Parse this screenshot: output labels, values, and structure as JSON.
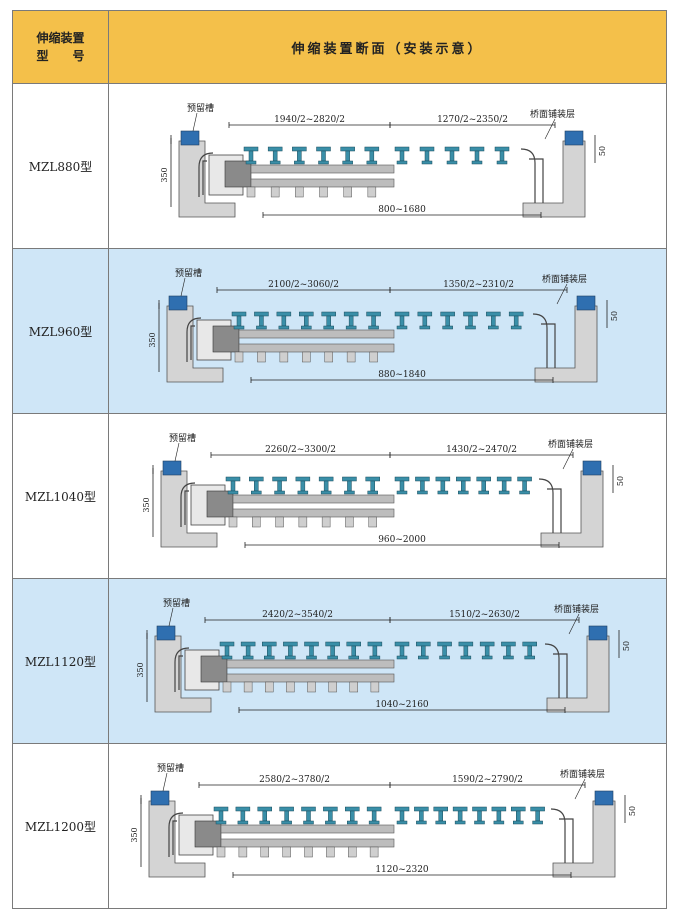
{
  "header": {
    "col1_line1": "伸缩装置",
    "col1_line2": "型　　号",
    "col2": "伸缩装置断面（安装示意）"
  },
  "labels": {
    "groove": "预留槽",
    "pavement": "桥面铺装层",
    "height_left": "350",
    "height_right": "50"
  },
  "rows": [
    {
      "model": "MZL880型",
      "dim_left": "1940/2~2820/2",
      "dim_right": "1270/2~2350/2",
      "dim_bottom": "800~1680",
      "alt": false
    },
    {
      "model": "MZL960型",
      "dim_left": "2100/2~3060/2",
      "dim_right": "1350/2~2310/2",
      "dim_bottom": "880~1840",
      "alt": true
    },
    {
      "model": "MZL1040型",
      "dim_left": "2260/2~3300/2",
      "dim_right": "1430/2~2470/2",
      "dim_bottom": "960~2000",
      "alt": false
    },
    {
      "model": "MZL1120型",
      "dim_left": "2420/2~3540/2",
      "dim_right": "1510/2~2630/2",
      "dim_bottom": "1040~2160",
      "alt": true
    },
    {
      "model": "MZL1200型",
      "dim_left": "2580/2~3780/2",
      "dim_right": "1590/2~2790/2",
      "dim_bottom": "1120~2320",
      "alt": false
    }
  ],
  "colors": {
    "header_bg": "#f4c04a",
    "row_alt_bg": "#cfe6f7",
    "beam_teal": "#3a8fa8",
    "concrete": "#d4d4d4",
    "steel": "#8a8a8a"
  }
}
